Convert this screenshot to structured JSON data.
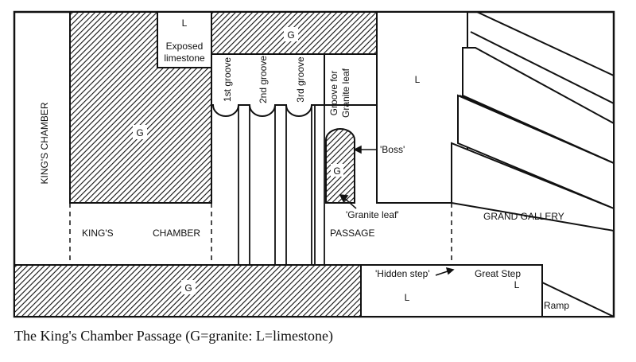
{
  "labels": {
    "kings_chamber_vertical": "KING'S CHAMBER",
    "kings": "KING'S",
    "chamber": "CHAMBER",
    "passage": "PASSAGE",
    "grand_gallery": "GRAND GALLERY",
    "exposed_line1": "Exposed",
    "exposed_line2": "limestone",
    "groove1": "1st groove",
    "groove2": "2nd groove",
    "groove3": "3rd groove",
    "groove_granite_line1": "Groove for",
    "groove_granite_line2": "Granite leaf",
    "boss": "'Boss'",
    "granite_leaf": "'Granite leaf'",
    "hidden_step": "'Hidden step'",
    "great_step": "Great Step",
    "ramp": "Ramp"
  },
  "materials": {
    "granite": "G",
    "limestone": "L"
  },
  "caption": "The King's Chamber Passage (G=granite: L=limestone)",
  "colors": {
    "ink": "#111111",
    "paper": "#ffffff"
  }
}
